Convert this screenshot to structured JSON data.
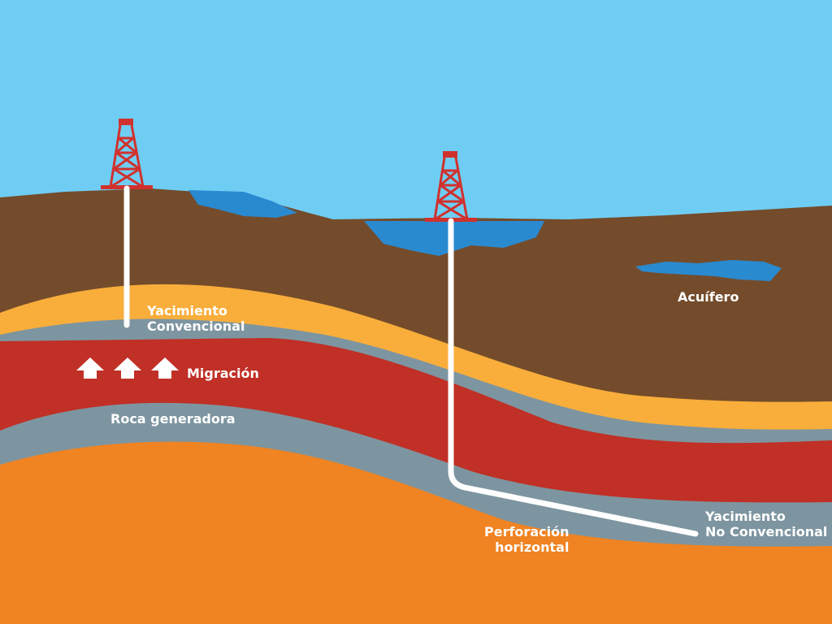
{
  "labels": {
    "yacimiento_convencional": [
      "Yacimiento",
      "Convencional"
    ],
    "migracion": "Migración",
    "roca_generadora": "Roca generadora",
    "acuifero": "Acuífero",
    "perforacion_horizontal": [
      "Perforación",
      "horizontal"
    ],
    "yacimiento_no_convencional": [
      "Yacimiento",
      "No Convencional"
    ]
  },
  "colors": {
    "sky": "#6fcdf3",
    "soil": "#744c2b",
    "water": "#2a8ad0",
    "sand_yellow": "#f9ae3b",
    "grey_rock": "#7d95a0",
    "red_reservoir": "#c03026",
    "deep_orange": "#f08322",
    "derrick_red": "#d0312d",
    "well_pipe": "#ffffff"
  }
}
